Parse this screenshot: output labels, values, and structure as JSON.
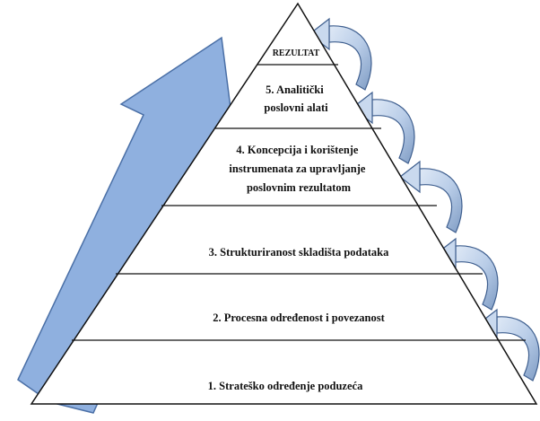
{
  "diagram": {
    "type": "pyramid",
    "levels": [
      {
        "id": "rezultat",
        "lines": [
          "REZULTAT"
        ]
      },
      {
        "id": "level-5",
        "lines": [
          "5. Analitički",
          "poslovni alati"
        ]
      },
      {
        "id": "level-4",
        "lines": [
          "4. Koncepcija i korištenje",
          "instrumenata za upravljanje",
          "poslovnim rezultatom"
        ]
      },
      {
        "id": "level-3",
        "lines": [
          "3. Strukturiranost skladišta podataka"
        ]
      },
      {
        "id": "level-2",
        "lines": [
          "2. Procesna određenost i povezanost"
        ]
      },
      {
        "id": "level-1",
        "lines": [
          "1. Strateško određenje poduzeća"
        ]
      }
    ],
    "colors": {
      "arrow_fill": "#8fb0df",
      "arrow_stroke": "#4a6fa6",
      "curl_fill": "#b9cde8",
      "curl_stroke": "#3f5f8f",
      "pyramid_stroke": "#111111"
    }
  }
}
